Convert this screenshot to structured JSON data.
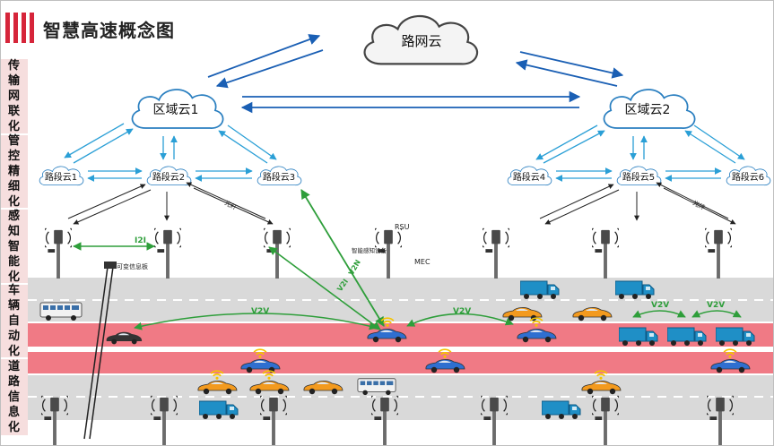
{
  "title": "智慧高速概念图",
  "colors": {
    "accent": "#d6253a",
    "side_bg": "#f6dede",
    "lane_gray": "#d9d9d9",
    "lane_red": "#f07a85",
    "arrow_blue": "#1a5fb4",
    "arrow_cyan": "#2a9fd6",
    "arrow_green": "#2e9e3a"
  },
  "layers": [
    {
      "label": "传输网联化"
    },
    {
      "label": "管控精细化"
    },
    {
      "label": "感知智能化"
    },
    {
      "label": "车辆自动化"
    },
    {
      "label": "道路信息化"
    }
  ],
  "clouds": {
    "top": "路网云",
    "region_left": "区域云1",
    "region_right": "区域云2",
    "segments": [
      "路段云1",
      "路段云2",
      "路段云3",
      "路段云4",
      "路段云5",
      "路段云6"
    ]
  },
  "labels": {
    "i2i": "I2I",
    "vms": "可变信息板",
    "fiber_left": "光纤",
    "fiber_right": "光纤",
    "rsu": "RSU",
    "mec": "MEC",
    "smart_sense": "智能感知设备",
    "v2n_a": "V2N",
    "v2n_b": "V2I",
    "v2v": [
      "V2V",
      "V2V",
      "V2V",
      "V2V"
    ]
  }
}
